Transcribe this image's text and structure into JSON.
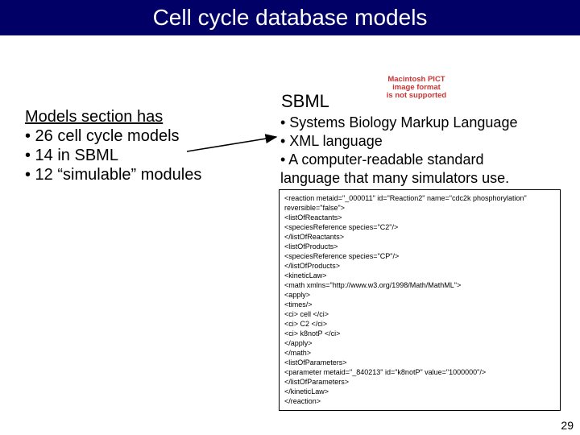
{
  "slide": {
    "title": "Cell cycle database models",
    "page_number": "29"
  },
  "left": {
    "heading": "Models section has",
    "bullets": [
      "• 26 cell cycle models",
      "• 14 in SBML",
      "• 12 “simulable” modules"
    ]
  },
  "pict_warning": [
    "Macintosh PICT",
    "image format",
    "is not supported"
  ],
  "right": {
    "heading": "SBML",
    "bullets": [
      "• Systems Biology Markup Language",
      "• XML language",
      "• A computer-readable standard",
      "language that many simulators use."
    ]
  },
  "xml_lines": [
    "<reaction metaid=\"_000011\" id=\"Reaction2\" name=\"cdc2k phosphorylation\"",
    "reversible=\"false\">",
    "<listOfReactants>",
    "<speciesReference species=\"C2\"/>",
    "</listOfReactants>",
    "<listOfProducts>",
    "<speciesReference species=\"CP\"/>",
    "</listOfProducts>",
    "<kineticLaw>",
    "<math xmlns=\"http://www.w3.org/1998/Math/MathML\">",
    "<apply>",
    "<times/>",
    "<ci> cell </ci>",
    "<ci> C2 </ci>",
    "<ci> k8notP </ci>",
    "</apply>",
    "</math>",
    "<listOfParameters>",
    "<parameter metaid=\"_840213\" id=\"k8notP\" value=\"1000000\"/>",
    "</listOfParameters>",
    "</kineticLaw>",
    "</reaction>"
  ],
  "colors": {
    "title_bar": "#000066",
    "title_text": "#ffffff",
    "warning_text": "#cc3333"
  }
}
